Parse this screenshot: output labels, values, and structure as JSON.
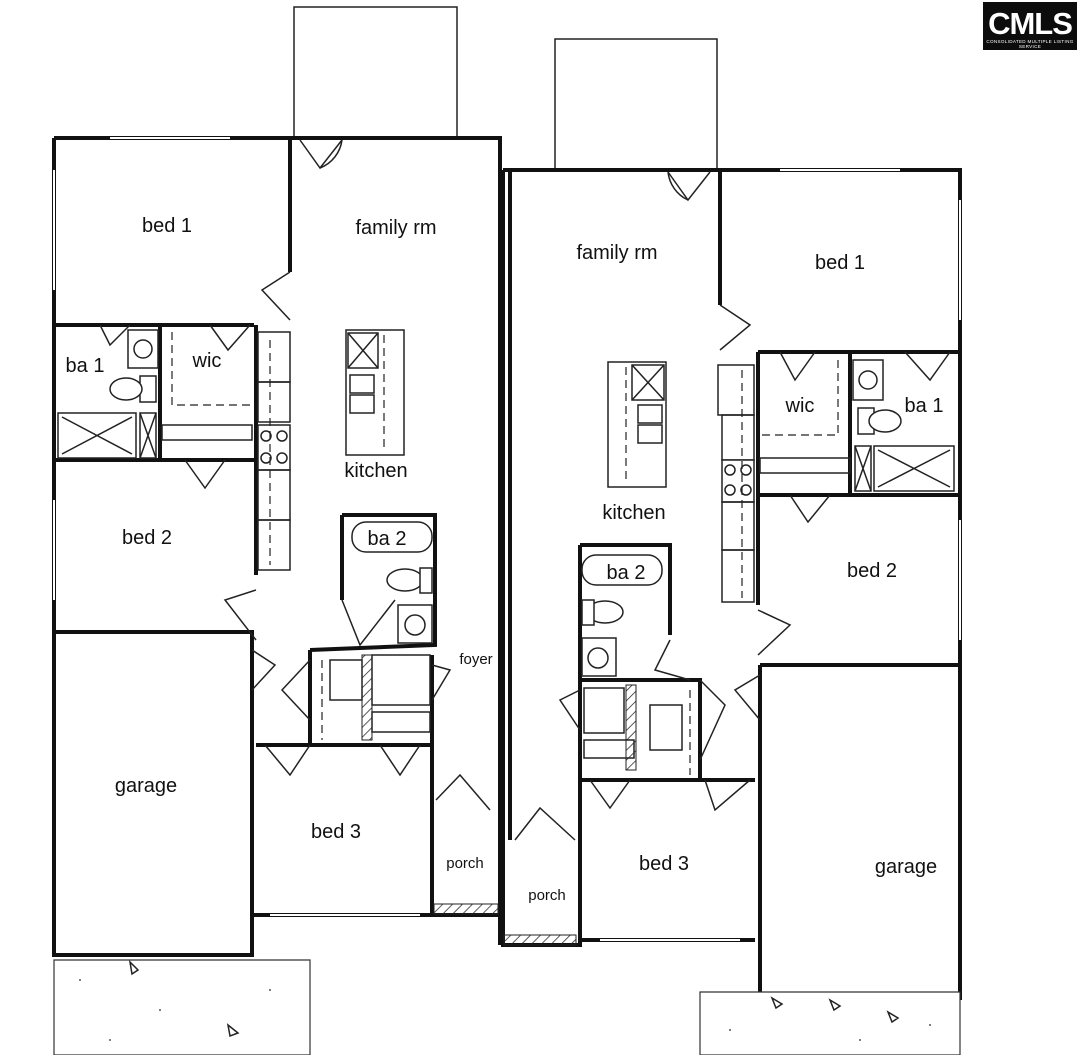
{
  "logo": {
    "text": "CMLS",
    "subtext": "CONSOLIDATED MULTIPLE LISTING SERVICE"
  },
  "unit_left": {
    "bed1": "bed 1",
    "ba1": "ba 1",
    "wic": "wic",
    "family": "family rm",
    "kitchen": "kitchen",
    "bed2": "bed 2",
    "ba2": "ba 2",
    "foyer": "foyer",
    "garage": "garage",
    "bed3": "bed 3",
    "porch": "porch"
  },
  "unit_right": {
    "family": "family rm",
    "bed1": "bed 1",
    "wic": "wic",
    "ba1": "ba 1",
    "kitchen": "kitchen",
    "ba2": "ba 2",
    "bed2": "bed 2",
    "bed3": "bed 3",
    "porch": "porch",
    "garage": "garage"
  }
}
